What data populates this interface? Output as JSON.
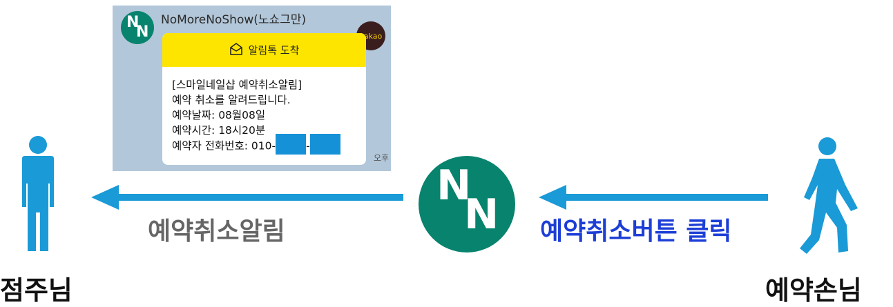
{
  "kakao": {
    "avatar_letter_1": "N",
    "avatar_letter_2": "N",
    "sender": "NoMoreNoShow(노쇼그만)",
    "badge": "kakao",
    "header_label": "알림톡 도착",
    "lines": [
      "[스마일네일샵 예약취소알림]",
      "예약 취소를 알려드립니다.",
      "예약날짜: 08월08일",
      "예약시간: 18시20분"
    ],
    "phone_prefix": "예약자 전화번호: 010-",
    "phone_separator": "-",
    "time_fragment": "오후"
  },
  "flow": {
    "owner_label": "점주님",
    "customer_label": "예약손님",
    "notice_label": "예약취소알림",
    "click_label": "예약취소버튼 클릭",
    "logo_letter_1": "N",
    "logo_letter_2": "N"
  },
  "colors": {
    "person": "#1a9ad6",
    "arrow": "#1a9ad6",
    "logo": "#07836e",
    "kakao_yellow": "#fee500",
    "click_text": "#1d3ed6",
    "notice_text": "#666666"
  }
}
